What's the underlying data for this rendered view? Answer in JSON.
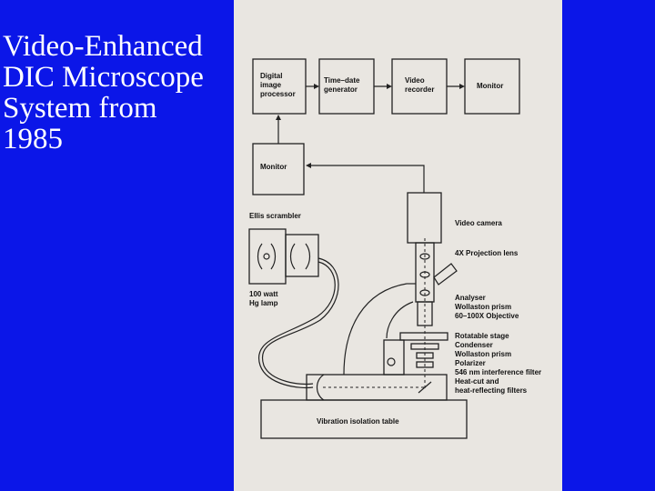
{
  "slide_title": "Video-Enhanced\nDIC Microscope\nSystem from\n1985",
  "diagram": {
    "boxes": {
      "digital_image_processor": [
        "Digital",
        "image",
        "processor"
      ],
      "time_date_generator": [
        "Time–date",
        "generator"
      ],
      "video_recorder": [
        "Video",
        "recorder"
      ],
      "monitor_top": [
        "Monitor"
      ],
      "monitor_left": [
        "Monitor"
      ],
      "vibration_table": "Vibration isolation table"
    },
    "labels": {
      "ellis_scrambler": "Ellis scrambler",
      "lamp": [
        "100 watt",
        "Hg lamp"
      ],
      "video_camera": "Video camera",
      "projection_lens": "4X Projection lens",
      "analyser_group": [
        "Analyser",
        "Wollaston prism",
        "60–100X Objective"
      ],
      "stage_group": [
        "Rotatable stage",
        "Condenser",
        "Wollaston prism",
        "Polarizer",
        "546 nm interference filter",
        "Heat-cut and",
        "   heat-reflecting filters"
      ]
    }
  },
  "colors": {
    "background": "#0b16e8",
    "photo_bg": "#e9e6e1",
    "ink": "#222222"
  }
}
